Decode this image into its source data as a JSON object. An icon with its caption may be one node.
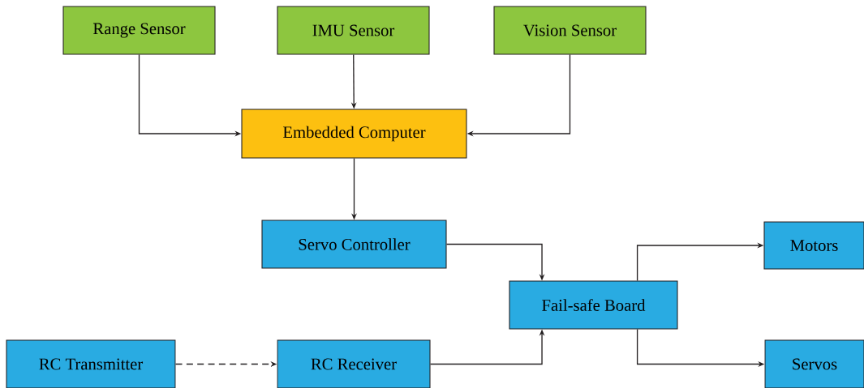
{
  "diagram": {
    "nodes": [
      {
        "text": [
          "Range Sensor"
        ]
      },
      {
        "text": [
          "IMU Sensor"
        ]
      },
      {
        "text": [
          "Vision Sensor"
        ]
      },
      {
        "text": [
          "Embedded Computer"
        ]
      },
      {
        "text": [
          "Servo Controller"
        ]
      },
      {
        "text": [
          "Fail-safe Board"
        ]
      },
      {
        "text": [
          "Motors"
        ]
      },
      {
        "text": [
          "RC Transmitter"
        ]
      },
      {
        "text": [
          "RC Receiver"
        ]
      },
      {
        "text": [
          "Servos"
        ]
      }
    ],
    "edges": [
      {
        "from": 0,
        "to": 3,
        "arrow": "to"
      },
      {
        "from": 1,
        "to": 3,
        "arrow": "to"
      },
      {
        "from": 2,
        "to": 3,
        "arrow": "to"
      },
      {
        "from": 3,
        "to": 4,
        "arrow": "to"
      },
      {
        "from": 4,
        "to": 5,
        "arrow": "to"
      },
      {
        "from": 8,
        "to": 5,
        "arrow": "to"
      },
      {
        "from": 7,
        "to": 8,
        "arrow": "to",
        "style": "dashed"
      },
      {
        "from": 5,
        "to": 6,
        "arrow": "to"
      },
      {
        "from": 5,
        "to": 9,
        "arrow": "to"
      }
    ]
  }
}
